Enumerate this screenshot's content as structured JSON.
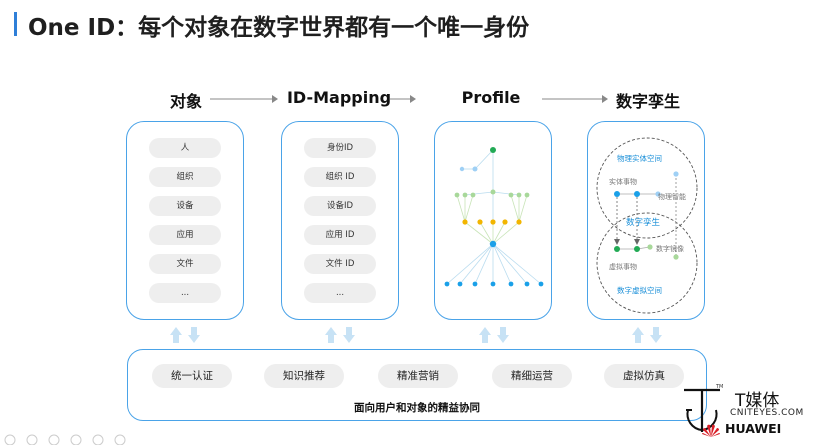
{
  "page": {
    "title": "One ID：每个对象在数字世界都有一个唯一身份"
  },
  "stages": [
    {
      "label": "对象"
    },
    {
      "label": "ID-Mapping"
    },
    {
      "label": "Profile"
    },
    {
      "label": "数字孪生"
    }
  ],
  "objects": {
    "items": [
      "人",
      "组织",
      "设备",
      "应用",
      "文件",
      "..."
    ]
  },
  "id_mapping": {
    "items": [
      "身份ID",
      "组织 ID",
      "设备ID",
      "应用 ID",
      "文件 ID",
      "..."
    ]
  },
  "twin": {
    "physical_space": "物理实体空间",
    "entity_thing": "实体事物",
    "physical_perception": "物理智能",
    "twin_label": "数字孪生",
    "virtual_thing": "虚拟事物",
    "digital_mirror": "数字镜像",
    "virtual_space": "数字虚拟空间"
  },
  "capabilities": {
    "items": [
      "统一认证",
      "知识推荐",
      "精准营销",
      "精细运营",
      "虚拟仿真"
    ],
    "caption": "面向用户和对象的精益协同"
  },
  "logo": {
    "media_name": "T媒体",
    "url": "CNITEYES.COM",
    "vendor": "HUAWEI",
    "tm": "TM"
  },
  "colors": {
    "accent_blue": "#4aa3e8",
    "title_bar": "#2f7fd8",
    "node_green": "#22aa55",
    "node_light_green": "#a8d89a",
    "node_yellow": "#f2b500",
    "node_blue": "#1aa0e8",
    "node_light_blue": "#9fd0f5",
    "huawei_red": "#d81e27"
  }
}
